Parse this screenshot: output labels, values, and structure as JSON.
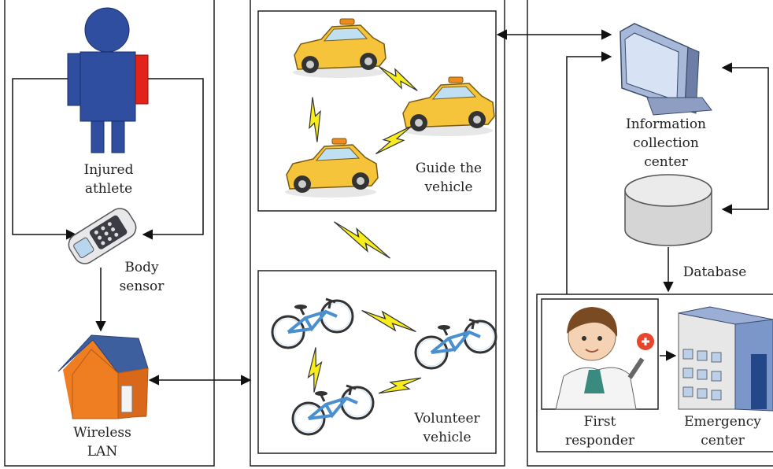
{
  "labels": {
    "injured_athlete": [
      "Injured",
      "athlete"
    ],
    "body_sensor": [
      "Body",
      "sensor"
    ],
    "wireless_lan": [
      "Wireless",
      "LAN"
    ],
    "guide_vehicle": [
      "Guide the",
      "vehicle"
    ],
    "volunteer_vehicle": [
      "Volunteer",
      "vehicle"
    ],
    "info_center": [
      "Information",
      "collection",
      "center"
    ],
    "database": "Database",
    "first_responder": [
      "First",
      "responder"
    ],
    "emergency_center": [
      "Emergency",
      "center"
    ]
  },
  "colors": {
    "athlete_body": "#2f4ea0",
    "athlete_sensor": "#e2231a",
    "taxi": "#f6c43a",
    "bicycle": "#4a8fd0",
    "lightning": "#f7ec1c",
    "house_wall": "#ef7d22",
    "house_roof": "#3d5f9e",
    "monitor": "#a8b8d8",
    "building": "#7b96c9"
  },
  "icons": [
    "athlete-icon",
    "phone-icon",
    "house-icon",
    "taxi-icon",
    "bicycle-icon",
    "monitor-icon",
    "database-icon",
    "doctor-icon",
    "building-icon",
    "lightning-icon"
  ]
}
